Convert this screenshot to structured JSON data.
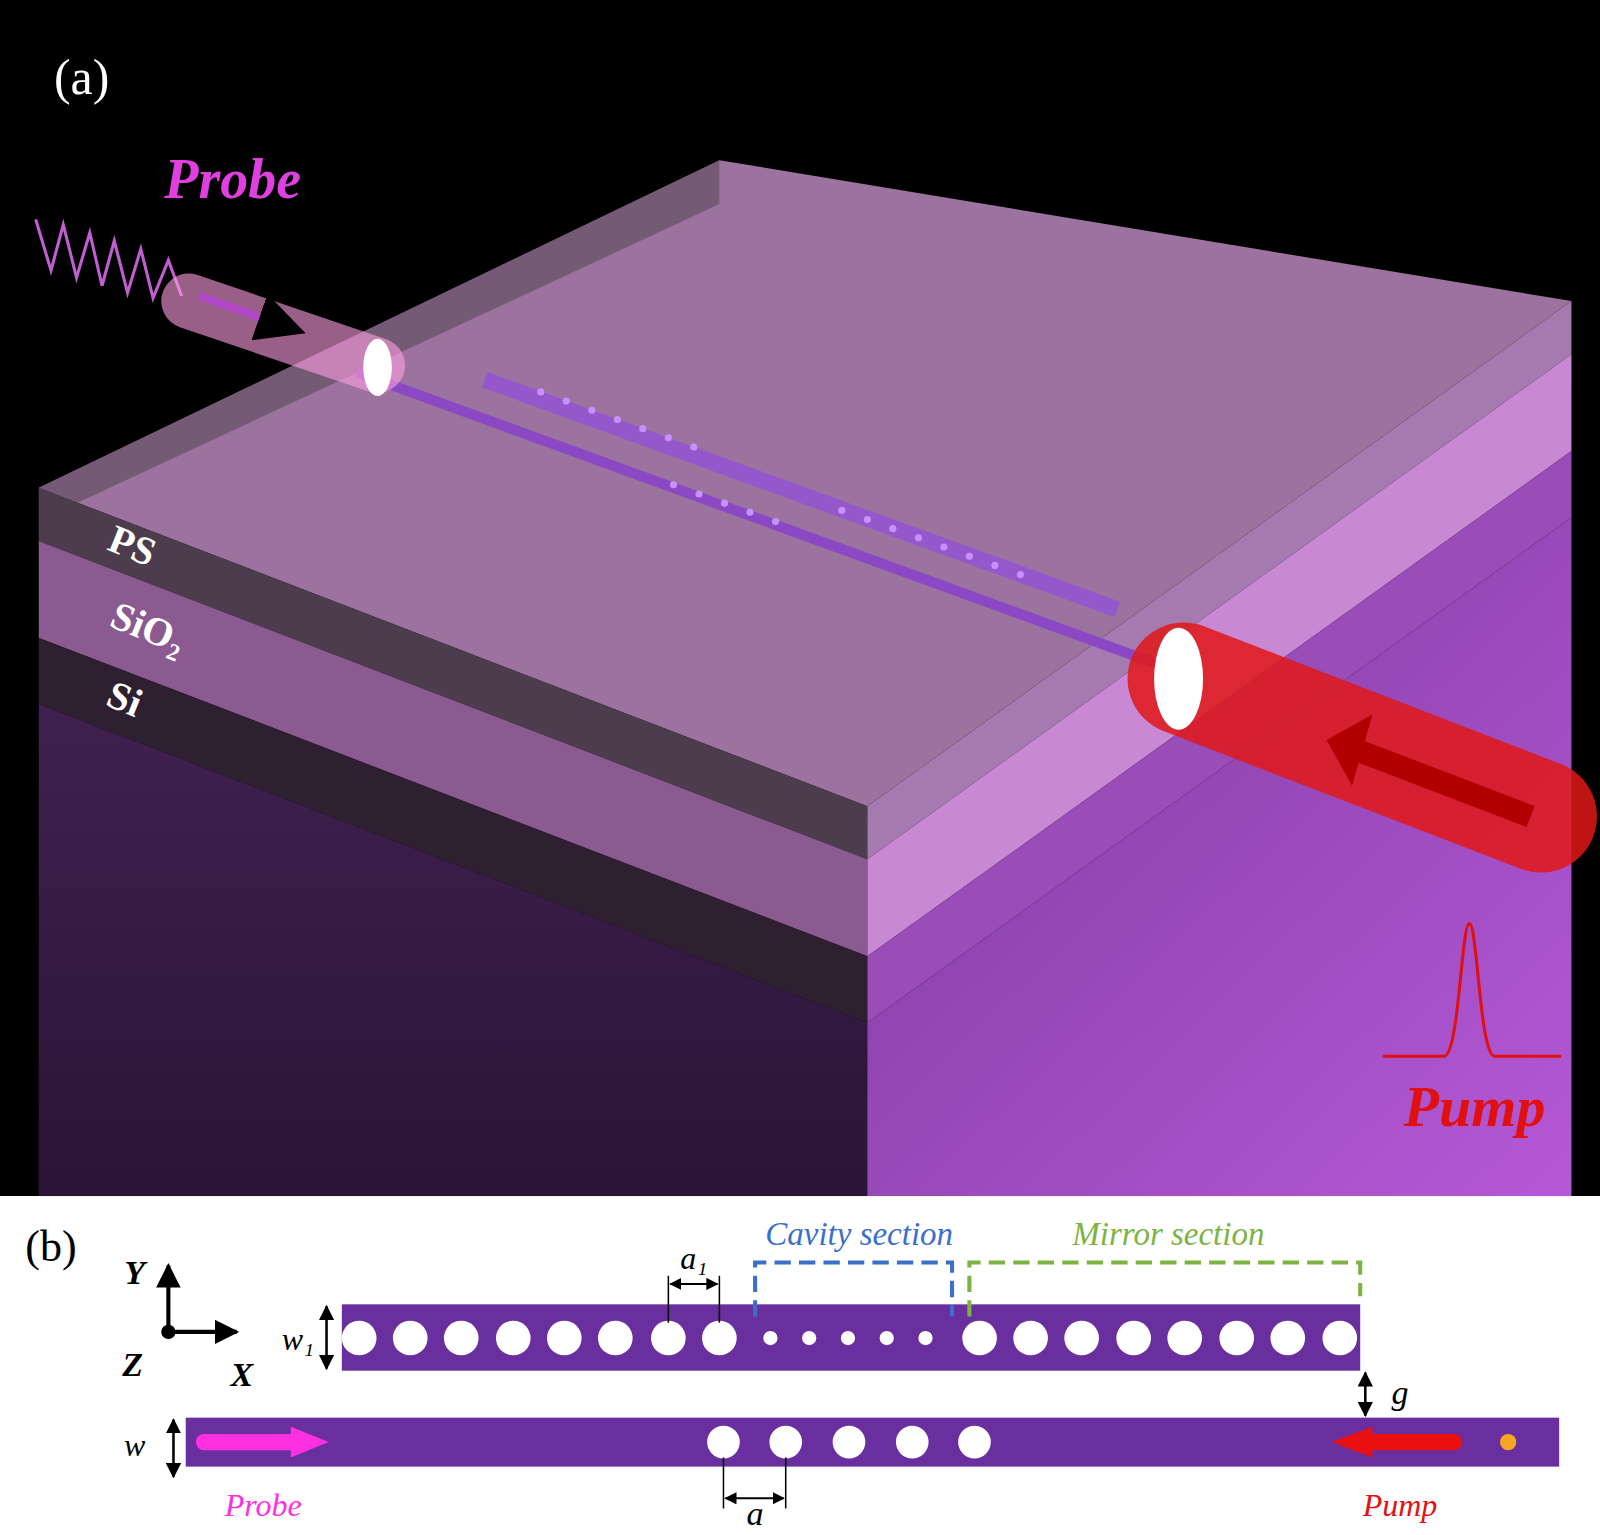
{
  "diagram": {
    "labels": [
      "(a)",
      "Probe",
      "PS",
      "SiO₂",
      "Si",
      "Pump",
      "(b)",
      "Cavity section",
      "Mirror section",
      "Y",
      "Z",
      "X",
      "w₁",
      "a₁",
      "g",
      "w",
      "a",
      "Probe",
      "Pump"
    ]
  }
}
